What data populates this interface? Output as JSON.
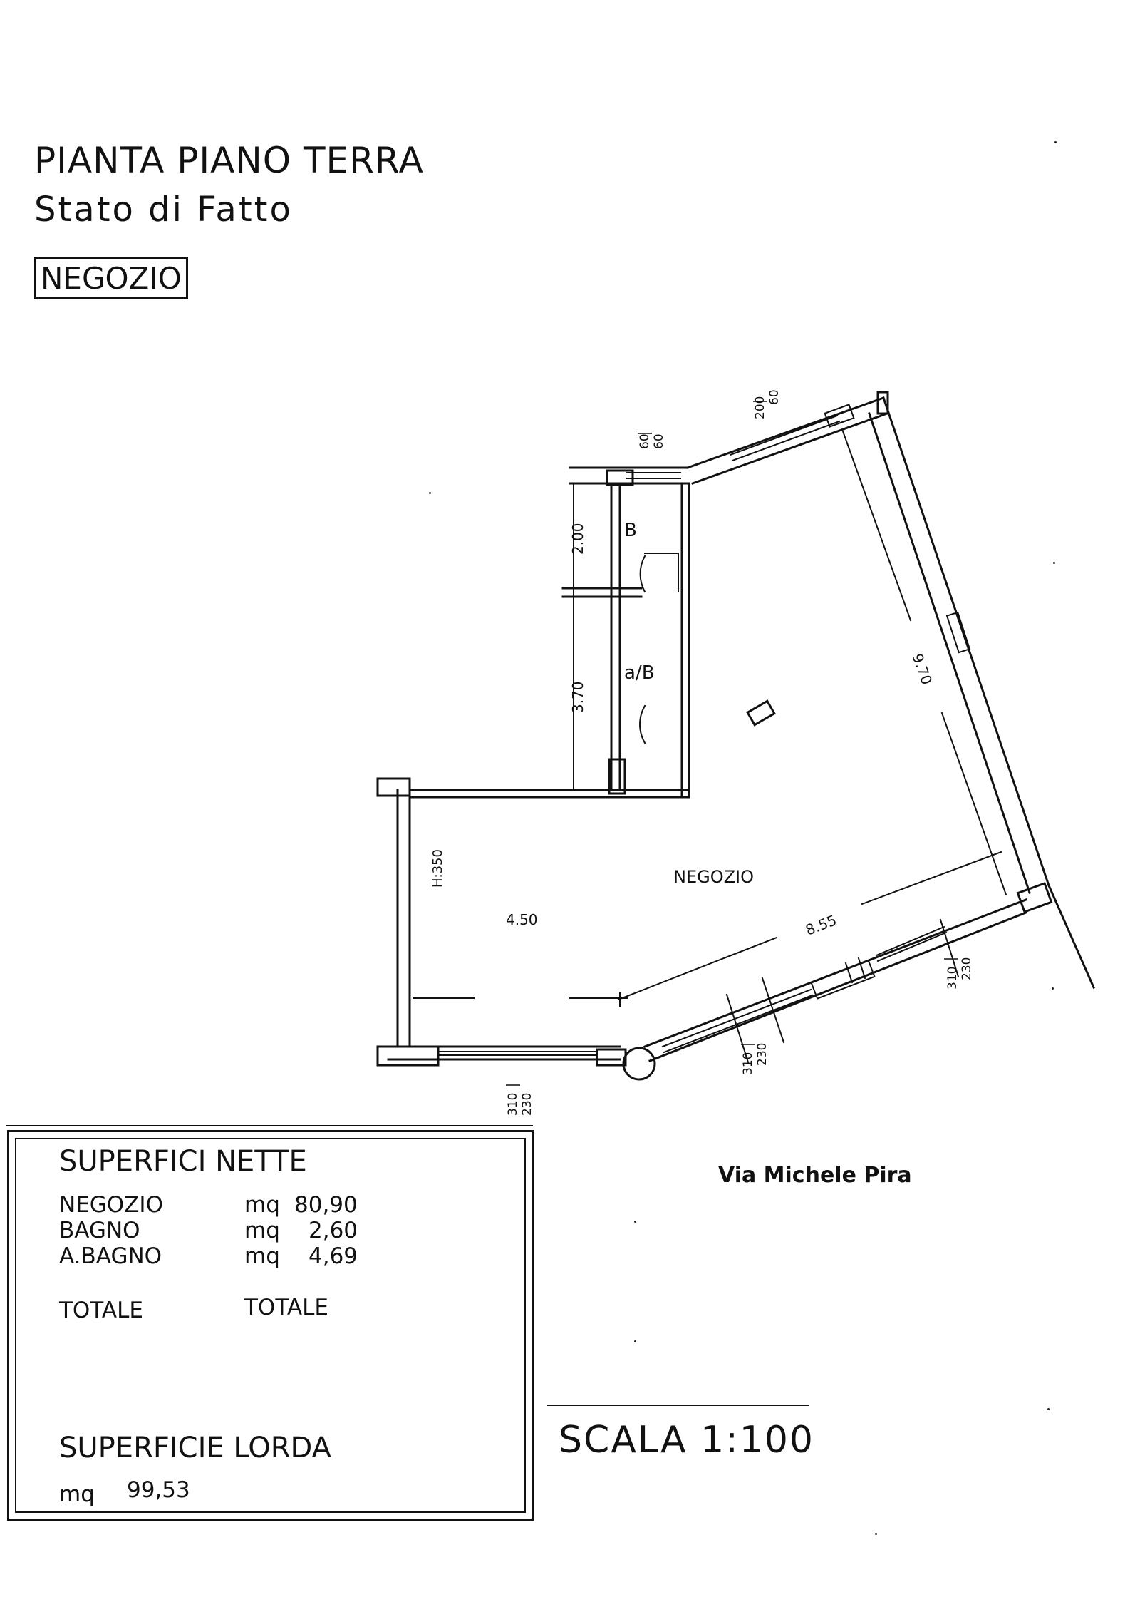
{
  "header": {
    "title": "PIANTA PIANO TERRA",
    "subtitle": "Stato di Fatto",
    "tag": "NEGOZIO"
  },
  "plan": {
    "room_label": "NEGOZIO",
    "room_b": "B",
    "room_ab": "a/B",
    "height_label": "H:350",
    "dim_200": "2.00",
    "dim_370": "3.70",
    "dim_970": "9.70",
    "dim_855": "8.55",
    "dim_450": "4.50",
    "win_top_a": "60",
    "win_top_b": "60",
    "win_upper_a": "200",
    "win_upper_b": "60",
    "win_right_a": "310",
    "win_right_b": "230",
    "win_mid_a": "310",
    "win_mid_b": "230",
    "win_bottom_a": "310",
    "win_bottom_b": "230",
    "street": "Via Michele Pira"
  },
  "table": {
    "nette_title": "SUPERFICI NETTE",
    "rows": [
      {
        "name": "NEGOZIO",
        "unit": "mq",
        "value": "80,90"
      },
      {
        "name": "BAGNO",
        "unit": "mq",
        "value": "2,60"
      },
      {
        "name": "A.BAGNO",
        "unit": "mq",
        "value": "4,69"
      }
    ],
    "totale_left": "TOTALE",
    "totale_right": "TOTALE",
    "lorda_title": "SUPERFICIE LORDA",
    "lorda_unit": "mq",
    "lorda_value": "99,53"
  },
  "scale": "SCALA 1:100"
}
